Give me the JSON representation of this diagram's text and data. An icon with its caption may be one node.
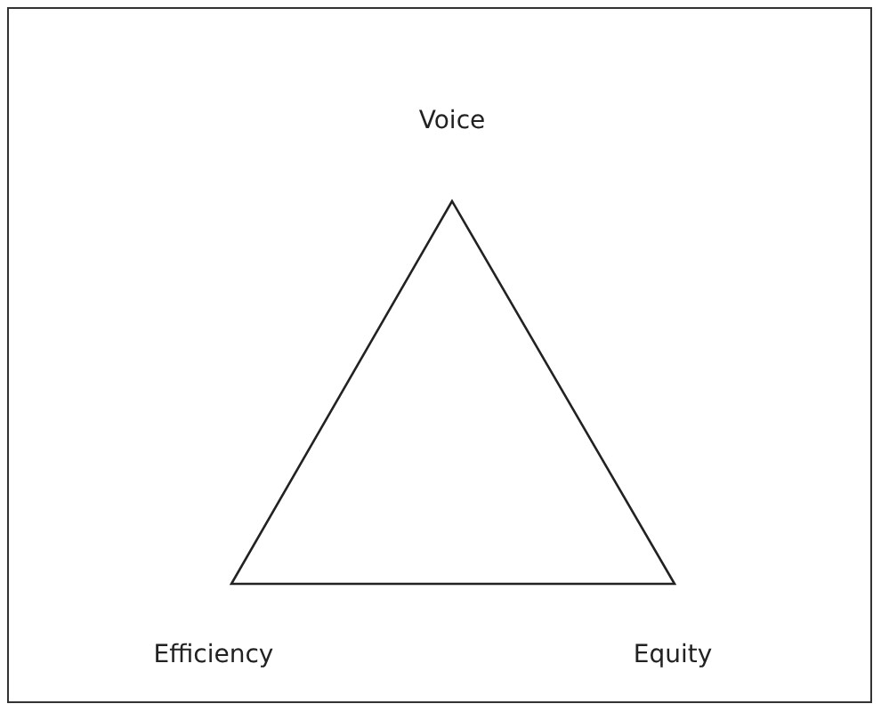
{
  "diagram": {
    "labels": [
      "Voice",
      "Efficiency",
      "Equity"
    ]
  }
}
